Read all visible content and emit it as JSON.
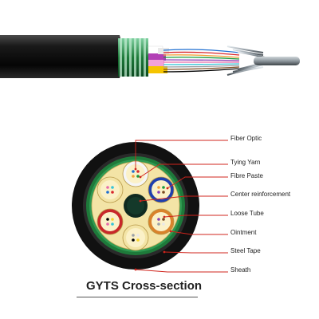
{
  "caption": "GYTS Cross-section",
  "labels": {
    "fiber_optic": "Fiber Optic",
    "tying_yarn": "Tying Yarn",
    "fibre_paste": "Fibre Paste",
    "center_reinforcement": "Center reinforcement",
    "loose_tube": "Loose Tube",
    "ointment": "Ointment",
    "steel_tape": "Steel Tape",
    "sheath": "Sheath"
  },
  "colors": {
    "sheath": "#111111",
    "steel_tape": "#1e7a3a",
    "filler": "#f3e4a6",
    "center_member": "#0f2a20",
    "callout_line": "#d0241c",
    "tube_red": "#c8282a",
    "tube_orange": "#d9822b",
    "tube_blue": "#1f3fae",
    "tube_white": "#f5f5f5"
  },
  "fiber_colors": [
    "#1f6fd1",
    "#d8262b",
    "#f2a13a",
    "#1a9b3d",
    "#8a3fb5",
    "#7a4a20",
    "#9aa0a6",
    "#e8e8e8",
    "#000000",
    "#f6d32b",
    "#e66ba8",
    "#35c4d8"
  ]
}
